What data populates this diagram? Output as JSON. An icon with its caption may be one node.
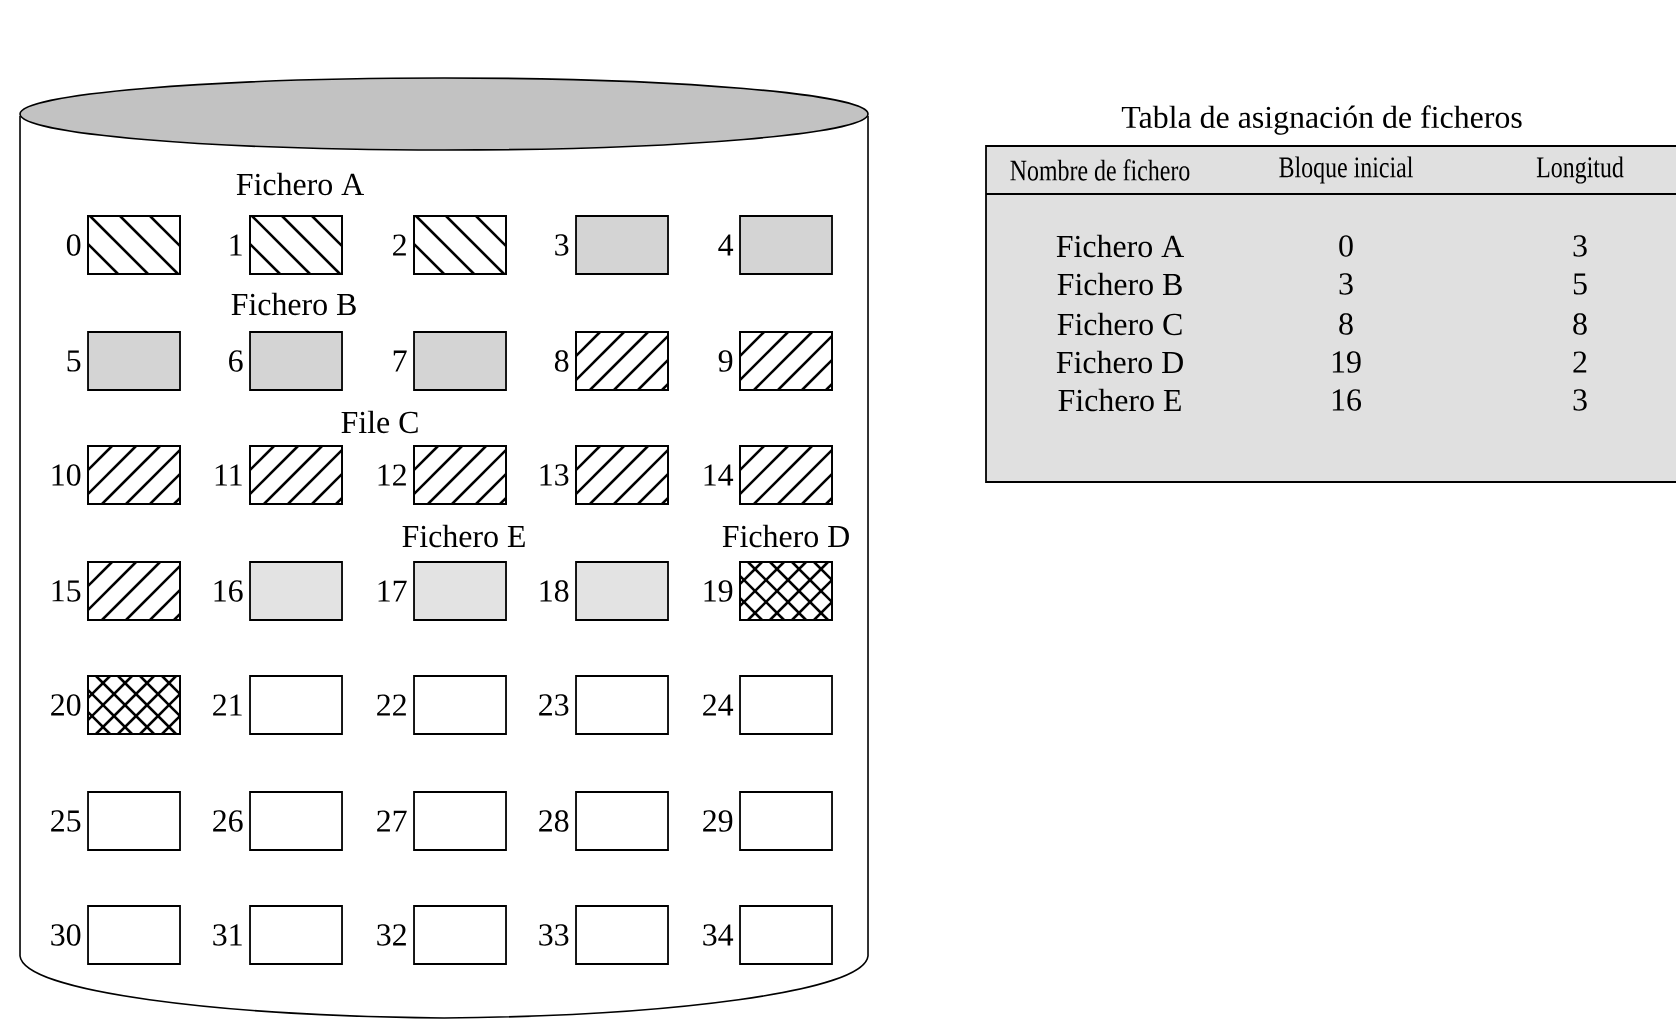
{
  "diagram": {
    "nodes": [
      {
        "text": [],
        "shape": "cylinder"
      },
      {
        "text": [],
        "shape": "box",
        "beside": [
          "0"
        ],
        "in": 0
      },
      {
        "text": [],
        "shape": "box",
        "beside": [
          "1"
        ],
        "in": 0
      },
      {
        "text": [],
        "shape": "box",
        "beside": [
          "2"
        ],
        "in": 0
      },
      {
        "text": [],
        "shape": "box",
        "beside": [
          "3"
        ],
        "in": 0
      },
      {
        "text": [],
        "shape": "box",
        "beside": [
          "4"
        ],
        "in": 0
      },
      {
        "text": [],
        "shape": "box",
        "beside": [
          "5"
        ],
        "in": 0
      },
      {
        "text": [],
        "shape": "box",
        "beside": [
          "6"
        ],
        "in": 0
      },
      {
        "text": [],
        "shape": "box",
        "beside": [
          "7"
        ],
        "in": 0
      },
      {
        "text": [],
        "shape": "box",
        "beside": [
          "8"
        ],
        "in": 0
      },
      {
        "text": [],
        "shape": "box",
        "beside": [
          "9"
        ],
        "in": 0
      },
      {
        "text": [],
        "shape": "box",
        "beside": [
          "10"
        ],
        "in": 0
      },
      {
        "text": [],
        "shape": "box",
        "beside": [
          "11"
        ],
        "in": 0
      },
      {
        "text": [],
        "shape": "box",
        "beside": [
          "12"
        ],
        "in": 0
      },
      {
        "text": [],
        "shape": "box",
        "beside": [
          "13"
        ],
        "in": 0
      },
      {
        "text": [],
        "shape": "box",
        "beside": [
          "14"
        ],
        "in": 0
      },
      {
        "text": [],
        "shape": "box",
        "beside": [
          "15"
        ],
        "in": 0
      },
      {
        "text": [],
        "shape": "box",
        "beside": [
          "16"
        ],
        "in": 0
      },
      {
        "text": [],
        "shape": "box",
        "beside": [
          "17"
        ],
        "in": 0
      },
      {
        "text": [],
        "shape": "box",
        "beside": [
          "18"
        ],
        "in": 0
      },
      {
        "text": [],
        "shape": "box",
        "beside": [
          "19"
        ],
        "in": 0
      },
      {
        "text": [],
        "shape": "box",
        "beside": [
          "20"
        ],
        "in": 0
      },
      {
        "text": [],
        "shape": "box",
        "beside": [
          "21"
        ],
        "in": 0
      },
      {
        "text": [],
        "shape": "box",
        "beside": [
          "22"
        ],
        "in": 0
      },
      {
        "text": [],
        "shape": "box",
        "beside": [
          "23"
        ],
        "in": 0
      },
      {
        "text": [],
        "shape": "box",
        "beside": [
          "24"
        ],
        "in": 0
      },
      {
        "text": [],
        "shape": "box",
        "beside": [
          "25"
        ],
        "in": 0
      },
      {
        "text": [],
        "shape": "box",
        "beside": [
          "26"
        ],
        "in": 0
      },
      {
        "text": [],
        "shape": "box",
        "beside": [
          "27"
        ],
        "in": 0
      },
      {
        "text": [],
        "shape": "box",
        "beside": [
          "28"
        ],
        "in": 0
      },
      {
        "text": [],
        "shape": "box",
        "beside": [
          "29"
        ],
        "in": 0
      },
      {
        "text": [],
        "shape": "box",
        "beside": [
          "30"
        ],
        "in": 0
      },
      {
        "text": [],
        "shape": "box",
        "beside": [
          "31"
        ],
        "in": 0
      },
      {
        "text": [],
        "shape": "box",
        "beside": [
          "32"
        ],
        "in": 0
      },
      {
        "text": [],
        "shape": "box",
        "beside": [
          "33"
        ],
        "in": 0
      },
      {
        "text": [],
        "shape": "box",
        "beside": [
          "34"
        ],
        "in": 0
      }
    ],
    "labels": [
      "Fichero A",
      "Fichero B",
      "File C",
      "Fichero E",
      "Fichero D",
      "Tabla de asignación de ficheros",
      "Nombre de fichero",
      "Bloque inicial",
      "Longitud",
      "Fichero A",
      "0",
      "3",
      "Fichero B",
      "3",
      "5",
      "Fichero C",
      "8",
      "8",
      "Fichero D",
      "19",
      "2",
      "Fichero E",
      "16",
      "3"
    ]
  }
}
